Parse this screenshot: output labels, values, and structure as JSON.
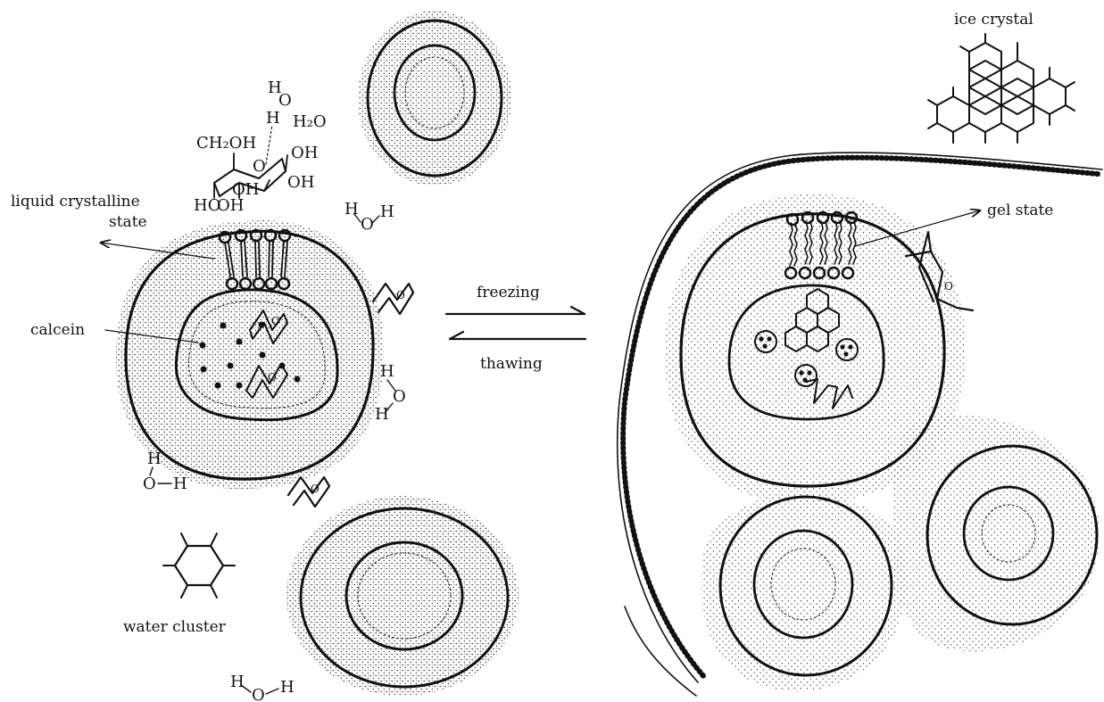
{
  "labels": {
    "liquid_crystalline": [
      "liquid crystalline",
      "state"
    ],
    "calcein": "calcein",
    "water_cluster": "water cluster",
    "freezing": "freezing",
    "thawing": "thawing",
    "gel_state": "gel state",
    "ice_crystal": "ice crystal"
  },
  "chemistry": {
    "ch2oh": "CH₂OH",
    "oh": "OH",
    "ho": "HO",
    "h2o_sub": "H₂O",
    "h": "H",
    "o": "O"
  }
}
